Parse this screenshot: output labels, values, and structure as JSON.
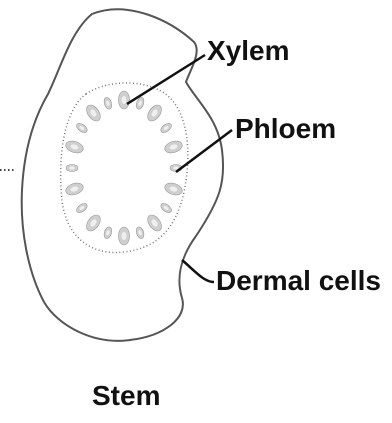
{
  "labels": {
    "xylem": "Xylem",
    "phloem": "Phloem",
    "dermal": "Dermal cells",
    "caption": "Stem"
  },
  "colors": {
    "outline": "#555555",
    "bundle_fill": "#cfcfcf",
    "bundle_inner": "#efefef",
    "leader": "#111111",
    "text": "#111111"
  }
}
